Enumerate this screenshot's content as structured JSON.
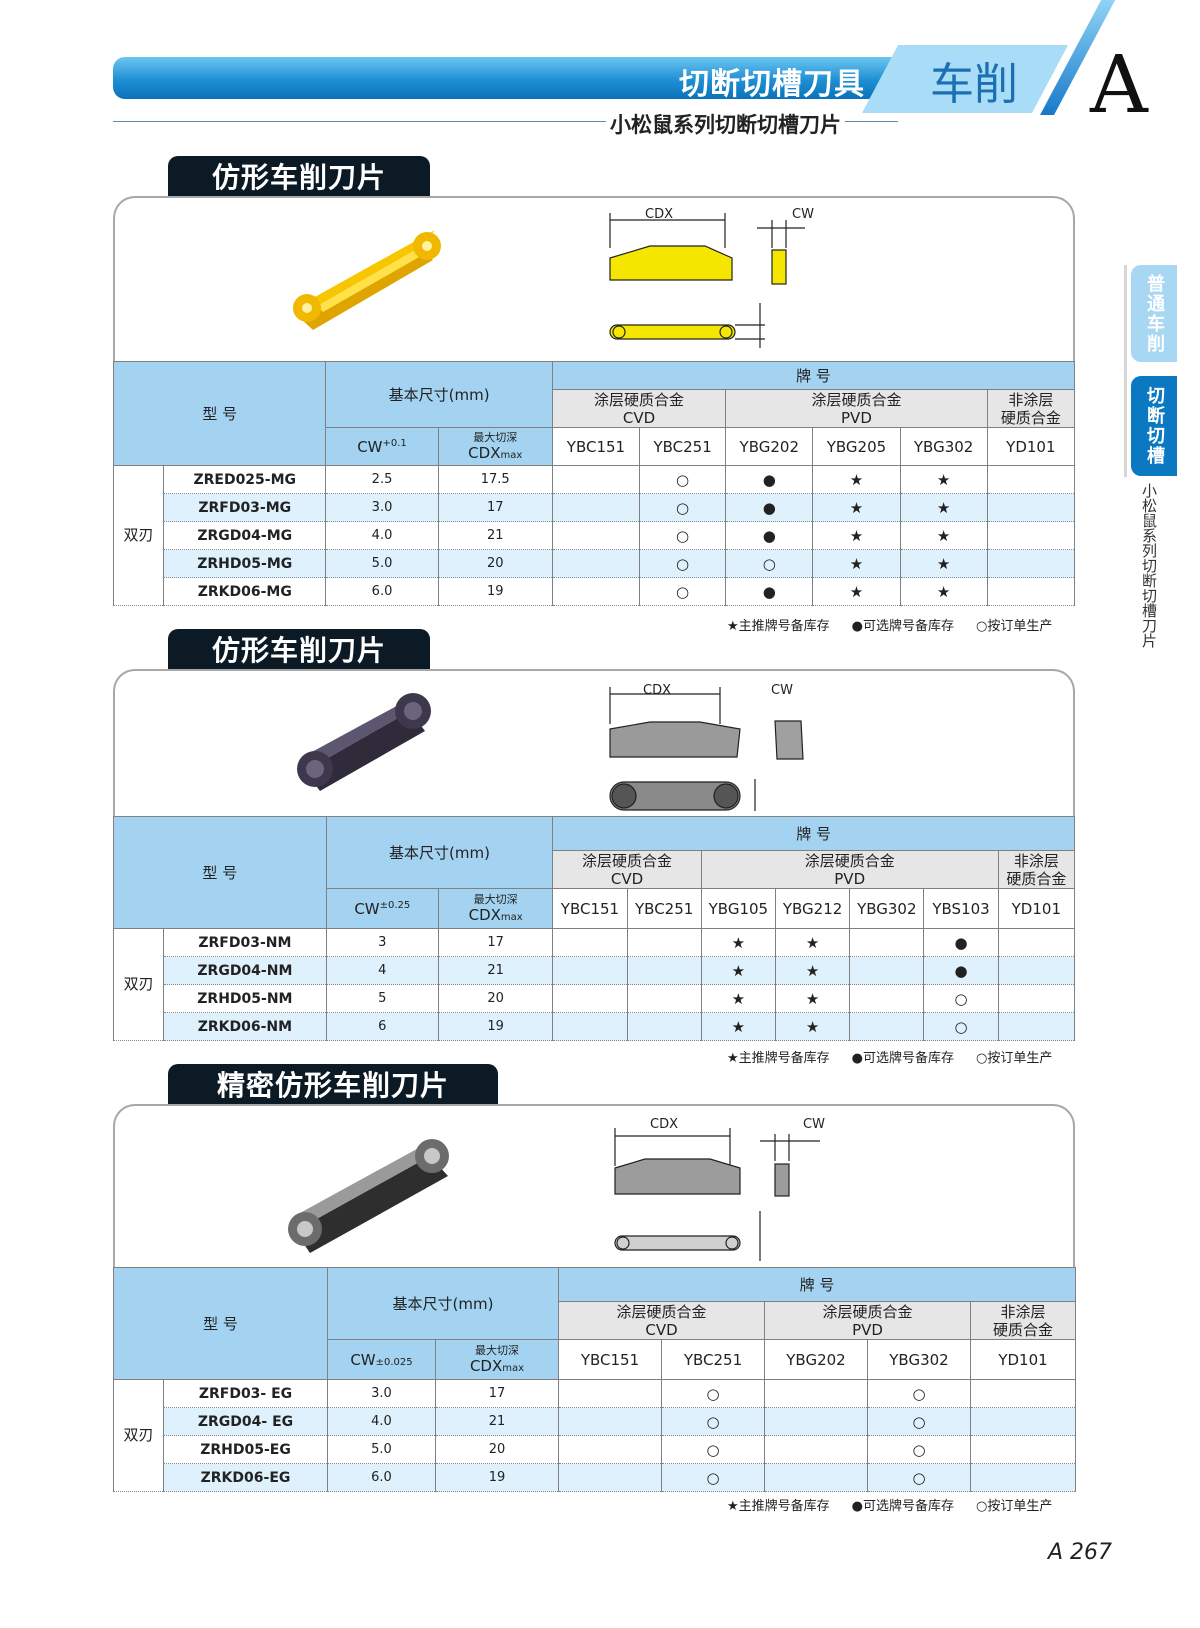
{
  "header": {
    "title": "切断切槽刀具",
    "category": "车削",
    "section_letter": "A",
    "subtitle": "小松鼠系列切断切槽刀片"
  },
  "side_nav": {
    "tabs": [
      {
        "label": "普通车削",
        "active": false
      },
      {
        "label": "切断切槽",
        "active": true
      }
    ],
    "vertical_label": "小松鼠系列切断切槽刀片"
  },
  "icons": {
    "star": "★",
    "dot": "●",
    "circle": "○"
  },
  "legend": {
    "star": "★主推牌号备库存",
    "dot": "●可选牌号备库存",
    "circle": "○按订单生产"
  },
  "common": {
    "model_header": "型 号",
    "basic_size": "基本尺寸(mm)",
    "grade_header": "牌 号",
    "cw": "CW",
    "max_depth": "最大切深",
    "cdx": "CDX",
    "max": "max",
    "zero": "0",
    "double_edge": "双刃",
    "cdx_label": "CDX",
    "cw_label": "CW"
  },
  "sections": [
    {
      "title": "仿形车削刀片",
      "insert_color": "#f2c200",
      "tolerance": "+0.1",
      "groups": [
        {
          "label": "涂层硬质合金",
          "sub": "CVD"
        },
        {
          "label": "涂层硬质合金",
          "sub": "PVD"
        },
        {
          "label": "非涂层",
          "sub": "硬质合金"
        }
      ],
      "grades": [
        "YBC151",
        "YBC251",
        "YBG202",
        "YBG205",
        "YBG302",
        "YD101"
      ],
      "rows": [
        {
          "model": "ZRED025-MG",
          "cw": "2.5",
          "cdx": "17.5",
          "marks": [
            "",
            "○",
            "●",
            "★",
            "★",
            ""
          ]
        },
        {
          "model": "ZRFD03-MG",
          "cw": "3.0",
          "cdx": "17",
          "marks": [
            "",
            "○",
            "●",
            "★",
            "★",
            ""
          ]
        },
        {
          "model": "ZRGD04-MG",
          "cw": "4.0",
          "cdx": "21",
          "marks": [
            "",
            "○",
            "●",
            "★",
            "★",
            ""
          ]
        },
        {
          "model": "ZRHD05-MG",
          "cw": "5.0",
          "cdx": "20",
          "marks": [
            "",
            "○",
            "○",
            "★",
            "★",
            ""
          ]
        },
        {
          "model": "ZRKD06-MG",
          "cw": "6.0",
          "cdx": "19",
          "marks": [
            "",
            "○",
            "●",
            "★",
            "★",
            ""
          ]
        }
      ]
    },
    {
      "title": "仿形车削刀片",
      "insert_color": "#4a4558",
      "tolerance": "±0.25",
      "groups": [
        {
          "label": "涂层硬质合金",
          "sub": "CVD"
        },
        {
          "label": "涂层硬质合金",
          "sub": "PVD"
        },
        {
          "label": "非涂层",
          "sub": "硬质合金"
        }
      ],
      "grades": [
        "YBC151",
        "YBC251",
        "YBG105",
        "YBG212",
        "YBG302",
        "YBS103",
        "YD101"
      ],
      "rows": [
        {
          "model": "ZRFD03-NM",
          "cw": "3",
          "cdx": "17",
          "marks": [
            "",
            "",
            "★",
            "★",
            "",
            "●",
            ""
          ]
        },
        {
          "model": "ZRGD04-NM",
          "cw": "4",
          "cdx": "21",
          "marks": [
            "",
            "",
            "★",
            "★",
            "",
            "●",
            ""
          ]
        },
        {
          "model": "ZRHD05-NM",
          "cw": "5",
          "cdx": "20",
          "marks": [
            "",
            "",
            "★",
            "★",
            "",
            "○",
            ""
          ]
        },
        {
          "model": "ZRKD06-NM",
          "cw": "6",
          "cdx": "19",
          "marks": [
            "",
            "",
            "★",
            "★",
            "",
            "○",
            ""
          ]
        }
      ]
    },
    {
      "title": "精密仿形车削刀片",
      "insert_color": "#7d7d7d",
      "tolerance": "±0.025",
      "groups": [
        {
          "label": "涂层硬质合金",
          "sub": "CVD"
        },
        {
          "label": "涂层硬质合金",
          "sub": "PVD"
        },
        {
          "label": "非涂层",
          "sub": "硬质合金"
        }
      ],
      "grades": [
        "YBC151",
        "YBC251",
        "YBG202",
        "YBG302",
        "YD101"
      ],
      "rows": [
        {
          "model": "ZRFD03- EG",
          "cw": "3.0",
          "cdx": "17",
          "marks": [
            "",
            "○",
            "",
            "○",
            ""
          ]
        },
        {
          "model": "ZRGD04- EG",
          "cw": "4.0",
          "cdx": "21",
          "marks": [
            "",
            "○",
            "",
            "○",
            ""
          ]
        },
        {
          "model": "ZRHD05-EG",
          "cw": "5.0",
          "cdx": "20",
          "marks": [
            "",
            "○",
            "",
            "○",
            ""
          ]
        },
        {
          "model": "ZRKD06-EG",
          "cw": "6.0",
          "cdx": "19",
          "marks": [
            "",
            "○",
            "",
            "○",
            ""
          ]
        }
      ]
    }
  ],
  "page_number": "A 267"
}
